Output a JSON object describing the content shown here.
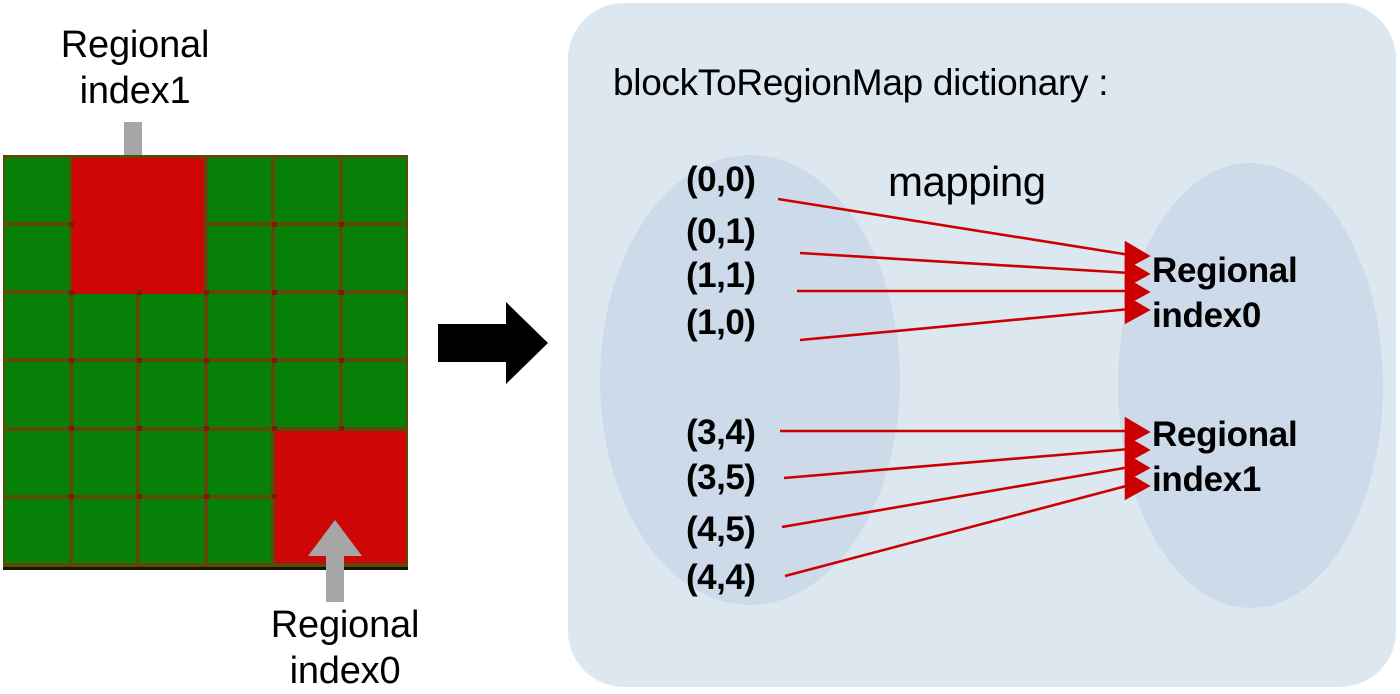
{
  "diagram": {
    "left_panel": {
      "top_label": "Regional\nindex1",
      "bottom_label": "Regional\nindex0",
      "grid": {
        "rows": 6,
        "cols": 6,
        "green_color": "#078007",
        "red_color": "#ce0606",
        "gridline_color": "#5c4a08",
        "red_regions": [
          {
            "name": "region-index1",
            "row_start": 0,
            "row_end": 1,
            "col_start": 1,
            "col_end": 2
          },
          {
            "name": "region-index0",
            "row_start": 4,
            "row_end": 5,
            "col_start": 4,
            "col_end": 5
          }
        ]
      },
      "arrows": {
        "top_arrow": "down-arrow-icon",
        "bottom_arrow": "up-arrow-icon",
        "arrow_color": "#a6a6a6"
      }
    },
    "transition_arrow": {
      "icon": "right-arrow-icon",
      "color": "#000000"
    },
    "right_panel": {
      "title": "blockToRegionMap dictionary :",
      "background_color": "#dde7f0",
      "ellipse_color": "#ccdaea",
      "mapping_label": "mapping",
      "link_color": "#cc0000",
      "domain_keys": [
        {
          "label": "(0,0)",
          "target": "region-index-0"
        },
        {
          "label": "(0,1)",
          "target": "region-index-0"
        },
        {
          "label": "(1,1)",
          "target": "region-index-0"
        },
        {
          "label": "(1,0)",
          "target": "region-index-0"
        },
        {
          "label": "(3,4)",
          "target": "region-index-1"
        },
        {
          "label": "(3,5)",
          "target": "region-index-1"
        },
        {
          "label": "(4,5)",
          "target": "region-index-1"
        },
        {
          "label": "(4,4)",
          "target": "region-index-1"
        }
      ],
      "region_targets": [
        {
          "id": "region-index-0",
          "label": "Regional\nindex0"
        },
        {
          "id": "region-index-1",
          "label": "Regional\nindex1"
        }
      ]
    }
  }
}
